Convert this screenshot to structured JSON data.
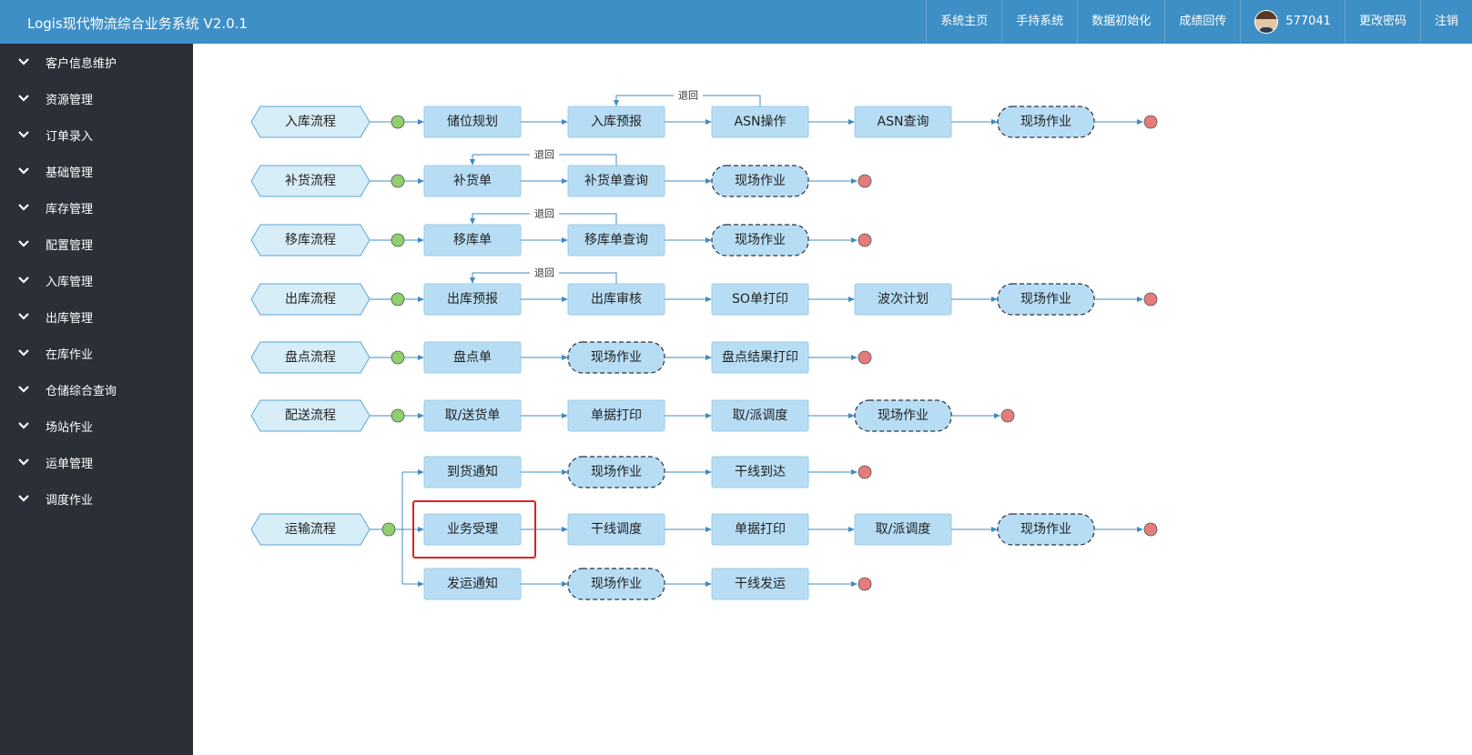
{
  "header": {
    "title": "Logis现代物流综合业务系统 V2.0.1",
    "nav": [
      "系统主页",
      "手持系统",
      "数据初始化",
      "成绩回传"
    ],
    "user": "577041",
    "change_password": "更改密码",
    "logout": "注销"
  },
  "sidebar": {
    "items": [
      "客户信息维护",
      "资源管理",
      "订单录入",
      "基础管理",
      "库存管理",
      "配置管理",
      "入库管理",
      "出库管理",
      "在库作业",
      "仓储综合查询",
      "场站作业",
      "运单管理",
      "调度作业"
    ]
  },
  "flows": [
    {
      "title": "入库流程",
      "return_label": "退回",
      "steps": [
        {
          "label": "储位规划",
          "kind": "task"
        },
        {
          "label": "入库预报",
          "kind": "task"
        },
        {
          "label": "ASN操作",
          "kind": "task"
        },
        {
          "label": "ASN查询",
          "kind": "task"
        },
        {
          "label": "现场作业",
          "kind": "field"
        }
      ]
    },
    {
      "title": "补货流程",
      "return_label": "退回",
      "steps": [
        {
          "label": "补货单",
          "kind": "task"
        },
        {
          "label": "补货单查询",
          "kind": "task"
        },
        {
          "label": "现场作业",
          "kind": "field"
        }
      ]
    },
    {
      "title": "移库流程",
      "return_label": "退回",
      "steps": [
        {
          "label": "移库单",
          "kind": "task"
        },
        {
          "label": "移库单查询",
          "kind": "task"
        },
        {
          "label": "现场作业",
          "kind": "field"
        }
      ]
    },
    {
      "title": "出库流程",
      "return_label": "退回",
      "steps": [
        {
          "label": "出库预报",
          "kind": "task"
        },
        {
          "label": "出库审核",
          "kind": "task"
        },
        {
          "label": "SO单打印",
          "kind": "task"
        },
        {
          "label": "波次计划",
          "kind": "task"
        },
        {
          "label": "现场作业",
          "kind": "field"
        }
      ]
    },
    {
      "title": "盘点流程",
      "steps": [
        {
          "label": "盘点单",
          "kind": "task"
        },
        {
          "label": "现场作业",
          "kind": "field"
        },
        {
          "label": "盘点结果打印",
          "kind": "task"
        }
      ]
    },
    {
      "title": "配送流程",
      "steps": [
        {
          "label": "取/送货单",
          "kind": "task"
        },
        {
          "label": "单据打印",
          "kind": "task"
        },
        {
          "label": "取/派调度",
          "kind": "task"
        },
        {
          "label": "现场作业",
          "kind": "field"
        }
      ]
    }
  ],
  "transport": {
    "title": "运输流程",
    "branches": [
      {
        "steps": [
          {
            "label": "到货通知",
            "kind": "task"
          },
          {
            "label": "现场作业",
            "kind": "field"
          },
          {
            "label": "干线到达",
            "kind": "task"
          }
        ]
      },
      {
        "steps": [
          {
            "label": "业务受理",
            "kind": "task"
          },
          {
            "label": "干线调度",
            "kind": "task"
          },
          {
            "label": "单据打印",
            "kind": "task"
          },
          {
            "label": "取/派调度",
            "kind": "task"
          },
          {
            "label": "现场作业",
            "kind": "field"
          }
        ]
      },
      {
        "steps": [
          {
            "label": "发运通知",
            "kind": "task"
          },
          {
            "label": "现场作业",
            "kind": "field"
          },
          {
            "label": "干线发运",
            "kind": "task"
          }
        ]
      }
    ]
  },
  "colors": {
    "header": "#3d8fc6",
    "sidebar": "#2a2f38",
    "task_fill": "#b7ddf4",
    "title_fill": "#d7edf8",
    "start_dot": "#8fcf6c",
    "end_dot": "#e57c7c",
    "arrow": "#3f8cc4",
    "highlight": "#e02020"
  }
}
